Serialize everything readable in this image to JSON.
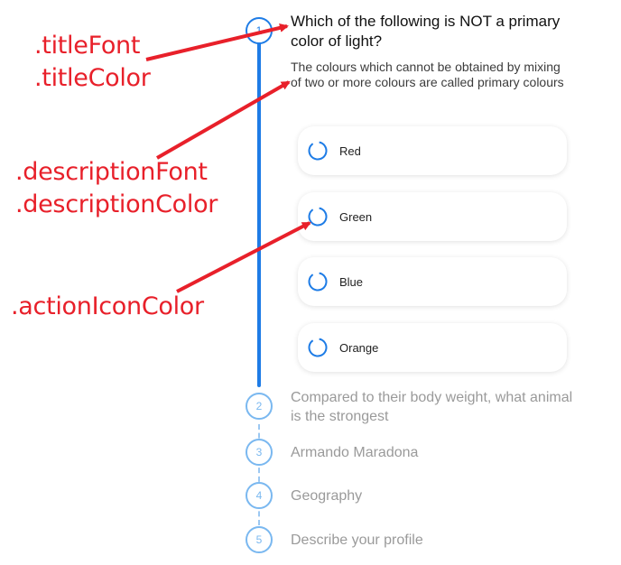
{
  "annotations": {
    "title_props": [
      ".titleFont",
      ".titleColor"
    ],
    "description_props": [
      ".descriptionFont",
      ".descriptionColor"
    ],
    "action_icon_prop": ".actionIconColor",
    "color": "#e8202a"
  },
  "active_step": {
    "number": "1",
    "title": "Which of the following is NOT a primary color of light?",
    "description": "The colours which cannot be obtained by mixing of two or more colours are called primary colours",
    "options": [
      {
        "label": "Red",
        "icon": "radio-circle-icon"
      },
      {
        "label": "Green",
        "icon": "radio-circle-icon"
      },
      {
        "label": "Blue",
        "icon": "radio-circle-icon"
      },
      {
        "label": "Orange",
        "icon": "radio-circle-icon"
      }
    ]
  },
  "inactive_steps": [
    {
      "number": "2",
      "title": "Compared to their body weight, what animal is the strongest"
    },
    {
      "number": "3",
      "title": "Armando Maradona"
    },
    {
      "number": "4",
      "title": "Geography"
    },
    {
      "number": "5",
      "title": "Describe your profile"
    }
  ],
  "colors": {
    "accent": "#1e7ce6",
    "inactive_accent": "#7ab8f0",
    "inactive_text": "#9a9a9a"
  }
}
